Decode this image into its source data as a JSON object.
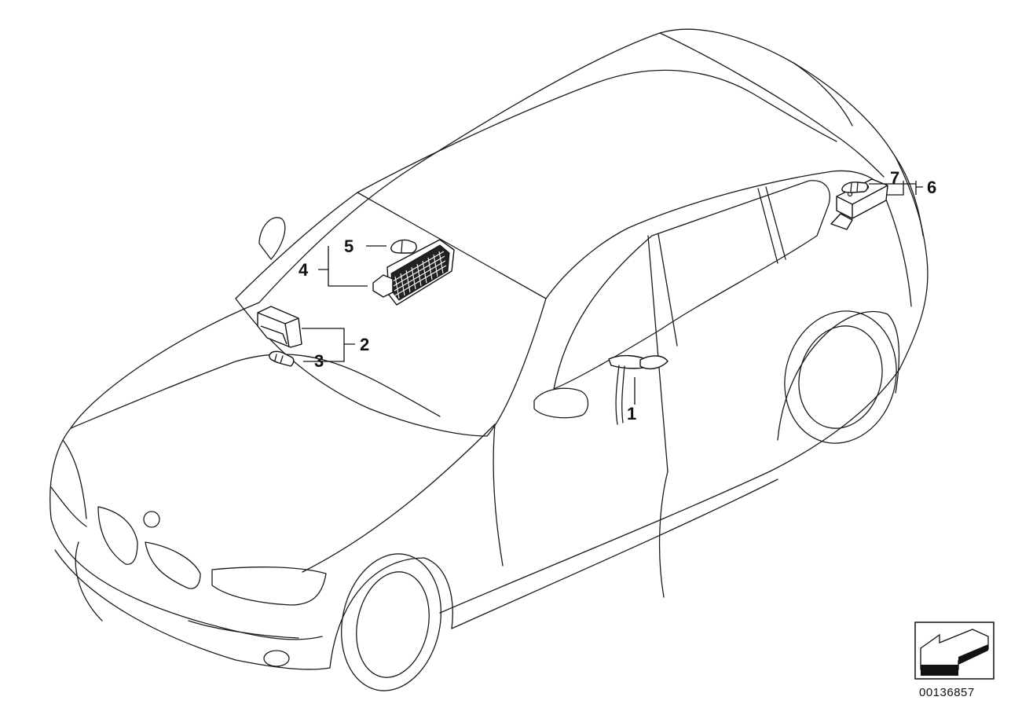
{
  "callouts": {
    "c1": "1",
    "c2": "2",
    "c3": "3",
    "c4": "4",
    "c5": "5",
    "c6": "6",
    "c7": "7"
  },
  "diagram_code": "00136857",
  "icons": {
    "nav": "arrow-back-left-icon"
  }
}
